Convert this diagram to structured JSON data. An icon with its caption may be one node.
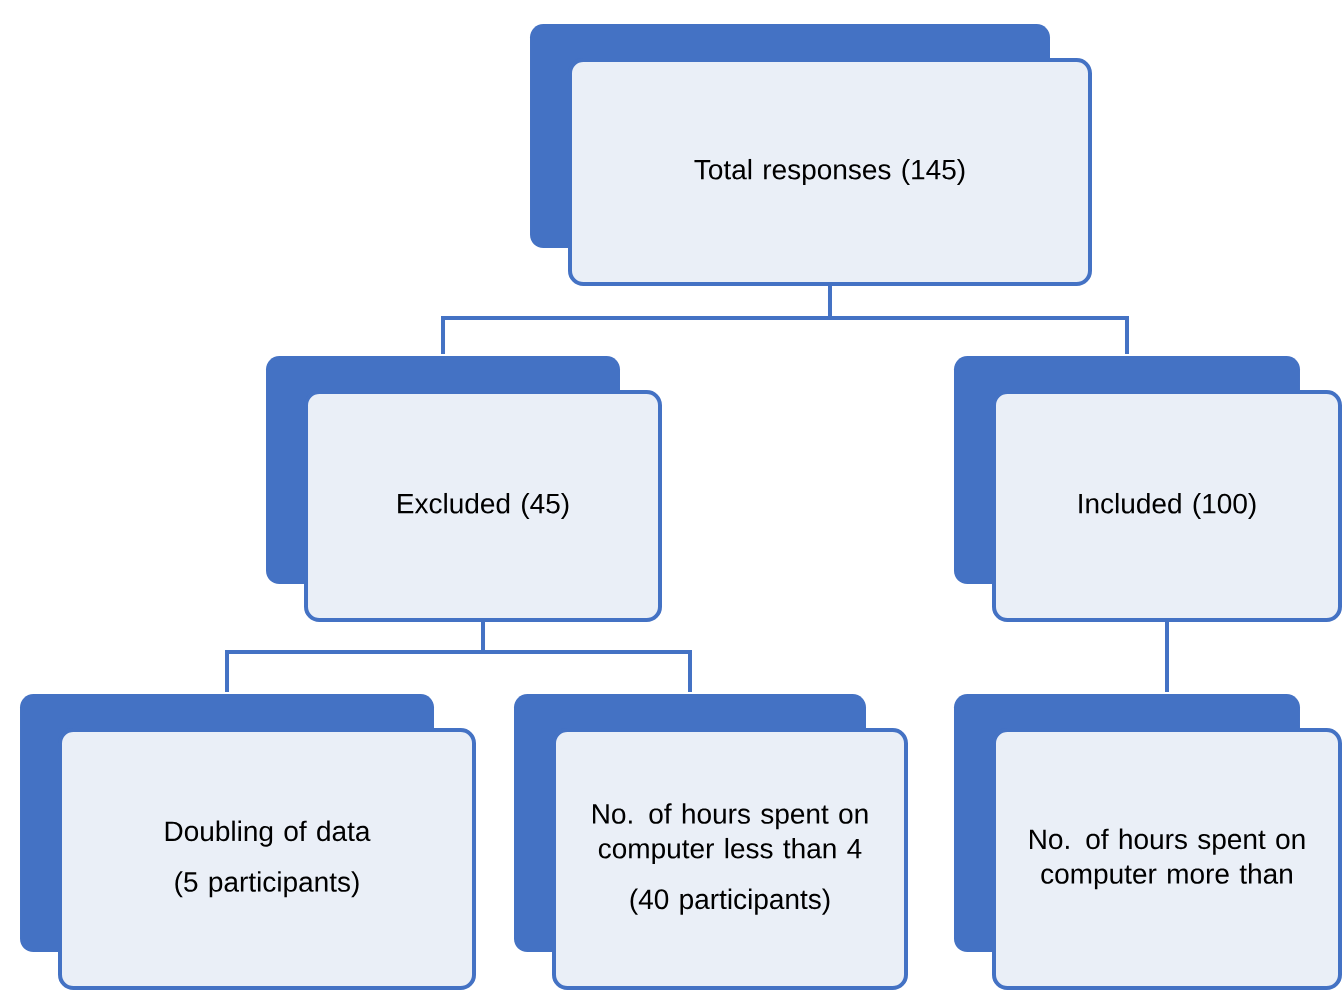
{
  "diagram": {
    "nodes": [
      {
        "text": [
          "Total responses (145)"
        ]
      },
      {
        "text": [
          "Excluded (45)"
        ]
      },
      {
        "text": [
          "Included (100)"
        ]
      },
      {
        "text": [
          "Doubling of data",
          "(5 participants)"
        ]
      },
      {
        "text": [
          "No. of hours spent on computer less than 4",
          "(40 participants)"
        ]
      },
      {
        "text": [
          "No. of hours spent on computer more than"
        ]
      }
    ],
    "edges": [
      {
        "from": 0,
        "to": 1,
        "arrow": "none"
      },
      {
        "from": 0,
        "to": 2,
        "arrow": "none"
      },
      {
        "from": 1,
        "to": 3,
        "arrow": "none"
      },
      {
        "from": 1,
        "to": 4,
        "arrow": "none"
      },
      {
        "from": 2,
        "to": 5,
        "arrow": "none"
      }
    ]
  }
}
